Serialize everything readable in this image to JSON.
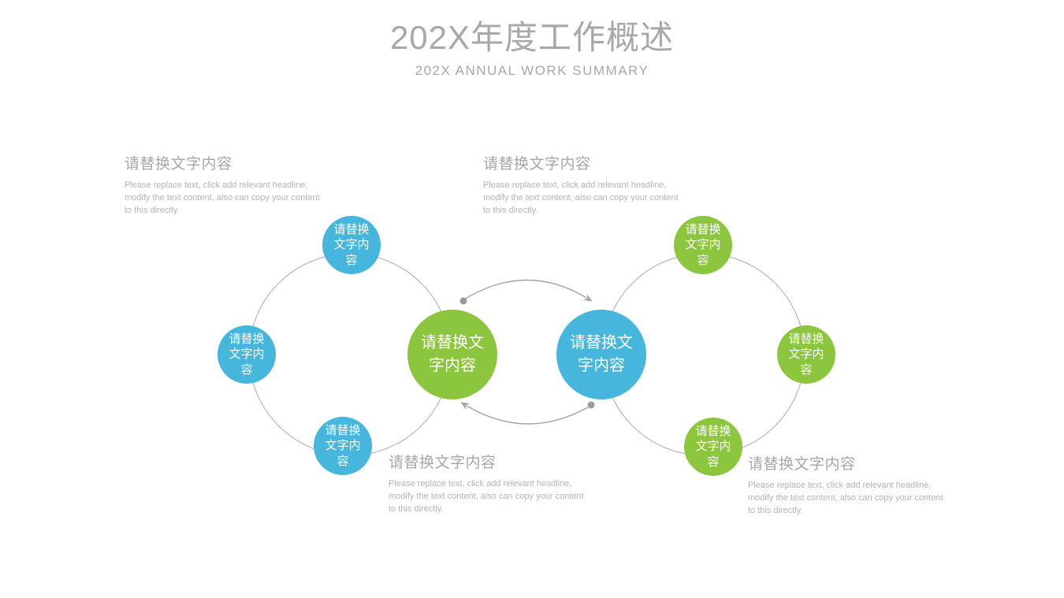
{
  "slide": {
    "title": "202X年度工作概述",
    "subtitle": "202X ANNUAL WORK SUMMARY"
  },
  "colors": {
    "green": "#8CC63E",
    "blue": "#47B6DC",
    "outline": "#b6b6b6",
    "connector": "#a3a3a3",
    "dot": "#9a9a9a",
    "heading": "#a7a7a7",
    "body": "#b4b4b4",
    "title": "#a8a8a8",
    "circle_text": "#ffffff",
    "background": "#ffffff"
  },
  "text_blocks": [
    {
      "position": "top-left",
      "heading": "请替换文字内容",
      "body": "Please replace text, click add relevant headline, modify the text content, also can copy your content to this directly."
    },
    {
      "position": "top-middle",
      "heading": "请替换文字内容",
      "body": "Please replace text, click add relevant headline, modify the text content, also can copy your content to this directly."
    },
    {
      "position": "bottom-middle",
      "heading": "请替换文字内容",
      "body": "Please replace text, click add relevant headline, modify the text content, also can copy your content to this directly."
    },
    {
      "position": "bottom-right",
      "heading": "请替换文字内容",
      "body": "Please replace text, click add relevant headline, modify the text content, also can copy your content to this directly."
    }
  ],
  "hubs": [
    {
      "position": "center-left",
      "color": "green",
      "label": "请替换文字内容"
    },
    {
      "position": "center-right",
      "color": "blue",
      "label": "请替换文字内容"
    }
  ],
  "satellites": [
    {
      "position": "left-ring-top",
      "color": "blue",
      "label": "请替换文字内容"
    },
    {
      "position": "left-ring-west",
      "color": "blue",
      "label": "请替换文字内容"
    },
    {
      "position": "left-ring-bottom",
      "color": "blue",
      "label": "请替换文字内容"
    },
    {
      "position": "right-ring-top",
      "color": "green",
      "label": "请替换文字内容"
    },
    {
      "position": "right-ring-east",
      "color": "green",
      "label": "请替换文字内容"
    },
    {
      "position": "right-ring-bottom",
      "color": "green",
      "label": "请替换文字内容"
    }
  ]
}
